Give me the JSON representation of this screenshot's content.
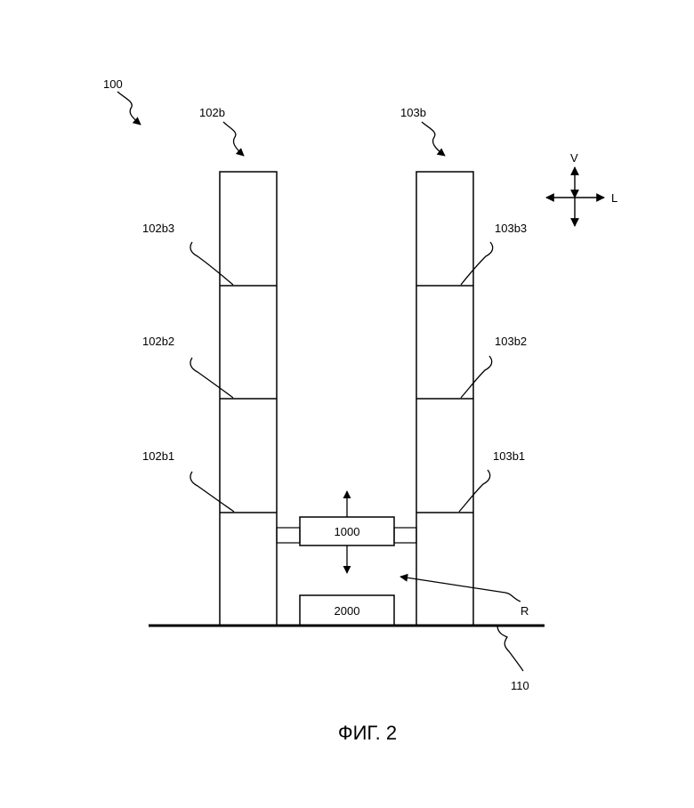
{
  "labels": {
    "system": "100",
    "rack_left": "102b",
    "rack_right": "103b",
    "left_level_3": "102b3",
    "left_level_2": "102b2",
    "left_level_1": "102b1",
    "right_level_3": "103b3",
    "right_level_2": "103b2",
    "right_level_1": "103b1",
    "vehicle": "1000",
    "base_unit": "2000",
    "region": "R",
    "floor": "110",
    "axis_vertical": "V",
    "axis_lateral": "L"
  },
  "caption": "ФИГ. 2",
  "colors": {
    "line": "#000000",
    "background": "#ffffff"
  }
}
